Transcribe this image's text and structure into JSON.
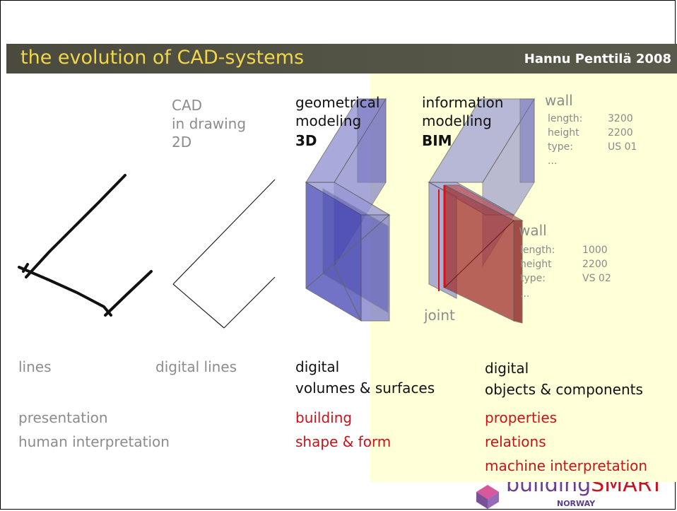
{
  "header": {
    "title": "the evolution of CAD-systems",
    "author": "Hannu Penttilä 2008"
  },
  "stages": [
    {
      "head": [
        "",
        "",
        ""
      ],
      "label": "lines",
      "purpose": [
        "presentation",
        "human interpretation"
      ]
    },
    {
      "head": [
        "CAD",
        "in drawing",
        "2D"
      ],
      "label": "digital lines"
    },
    {
      "head": [
        "geometrical",
        "modeling",
        "3D"
      ],
      "label": [
        "digital",
        "volumes & surfaces"
      ],
      "purpose": [
        "building",
        "shape & form"
      ]
    },
    {
      "head": [
        "information",
        "modelling",
        "BIM"
      ],
      "label": [
        "digital",
        "objects & components"
      ],
      "purpose": [
        "properties",
        "relations",
        "machine interpretation"
      ]
    }
  ],
  "wall_1": {
    "name": "wall",
    "attrs": [
      {
        "key": "length:",
        "value": "3200"
      },
      {
        "key": "height",
        "value": "2200"
      },
      {
        "key": "type:",
        "value": "US 01"
      }
    ],
    "more": "..."
  },
  "wall_2": {
    "name": "wall",
    "attrs": [
      {
        "key": "length:",
        "value": "1000"
      },
      {
        "key": "height",
        "value": "2200"
      },
      {
        "key": "type:",
        "value": "VS 02"
      }
    ],
    "more": "..."
  },
  "joint_label": "joint",
  "logo": {
    "text_a": "building",
    "text_b": "SMART",
    "sub": "NORWAY"
  },
  "colors": {
    "title": "#f2d64a",
    "red": "#c8131a",
    "highlight": "#ffffd8",
    "volume_blue": "#4a4ab8"
  }
}
